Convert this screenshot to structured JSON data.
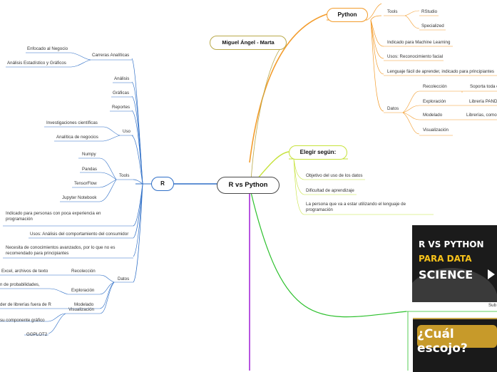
{
  "central": "R vs Python",
  "authors": "Miguel Ángel - Marta",
  "python": {
    "title": "Python",
    "tools_label": "Tools",
    "tools": [
      "RStudio",
      "Specialized"
    ],
    "ml": "Indicado para Machine Learning",
    "usos": "Usos: Reconocimiento facial",
    "lenguaje": "Lenguaje fácil de aprender, indicado para principiantes",
    "datos_label": "Datos",
    "datos": [
      {
        "label": "Recolección",
        "detail": "Soporta toda c"
      },
      {
        "label": "Exploración",
        "detail": "Librería PAND"
      },
      {
        "label": "Modelado",
        "detail": "Librerías, como"
      },
      {
        "label": "Visualización",
        "detail": ""
      }
    ]
  },
  "elegir": {
    "title": "Elegir según:",
    "items": [
      "Objetivo del uso de los datos",
      "Dificultad de aprendizaje",
      "La persona que va a estar utilizando el lenguaje de programación"
    ]
  },
  "r": {
    "title": "R",
    "carreras_label": "Carreras Analíticas",
    "carreras": [
      "Enfocado al Negocio",
      "Análisis Estadístico y Gráficos"
    ],
    "analisis": "Análisis",
    "graficas": "Gráficas",
    "reportes": "Reportes",
    "uso_label": "Uso",
    "uso": [
      "Investigaciones científicas",
      "Analítica de negocios"
    ],
    "tools_label": "Tools",
    "tools": [
      "Numpy",
      "Pandas",
      "TensorFlow",
      "Jupyter Notebook"
    ],
    "principiantes": "Indicado para personas con poca experiencia en programación",
    "usos": "Usos: Análisis del comportamiento del consumidor",
    "conocimientos": "Necesita de conocimientos avanzados, por lo que no es recomendado para principiantes",
    "datos_label": "Datos",
    "datos_groups": [
      {
        "label": "Recolección",
        "details": [
          "Excel, archivos de texto"
        ]
      },
      {
        "label": "Exploración",
        "details": [
          "n de probabilidades,"
        ]
      },
      {
        "label": "Modelado",
        "details": [
          "der de librerías fuera de R"
        ]
      },
      {
        "label": "Visualización",
        "details": [
          "su componente gráfico",
          "GGPLOT2"
        ]
      }
    ]
  },
  "images": {
    "thumb1_lines": [
      "R VS PYTHON",
      "PARA DATA",
      "SCIENCE"
    ],
    "thumb1_caption": "Sub",
    "thumb2_text": "¿Cuál escojo?"
  },
  "colors": {
    "python_branch": "#f39c2c",
    "elegir_branch": "#c6e23a",
    "r_branch": "#2f6fc7",
    "green_branch": "#2cc02c",
    "purple_branch": "#a52ad8",
    "authors_branch": "#9a8a2a"
  }
}
